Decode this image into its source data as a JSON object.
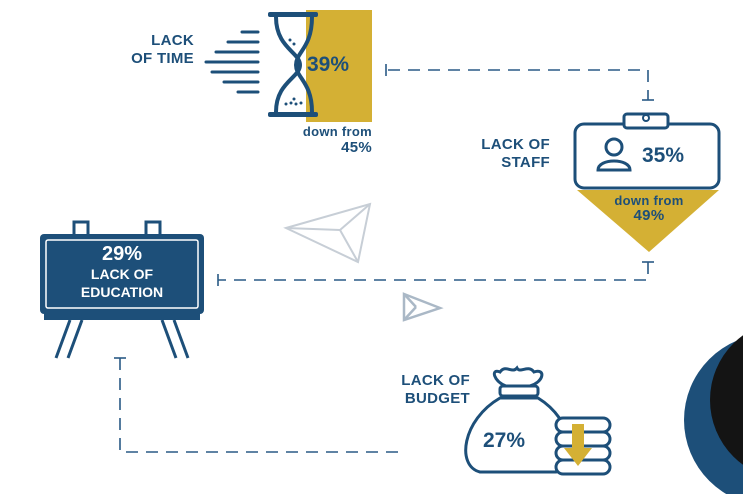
{
  "colors": {
    "navy": "#1d4f79",
    "gold": "#d4b034",
    "black": "#141414",
    "grey": "#c7ced6"
  },
  "time": {
    "label_line1": "LACK",
    "label_line2": "OF TIME",
    "percent": "39%",
    "down_label": "down from",
    "down_value": "45%"
  },
  "staff": {
    "label_line1": "LACK OF",
    "label_line2": "STAFF",
    "percent": "35%",
    "down_label": "down from",
    "down_value": "49%"
  },
  "education": {
    "percent": "29%",
    "label_line1": "LACK OF",
    "label_line2": "EDUCATION"
  },
  "budget": {
    "label_line1": "LACK OF",
    "label_line2": "BUDGET",
    "percent": "27%"
  },
  "icons": [
    "hourglass-icon",
    "id-badge-icon",
    "easel-icon",
    "money-bag-icon",
    "coin-stack-icon",
    "down-arrow-icon",
    "paper-plane-icon"
  ]
}
